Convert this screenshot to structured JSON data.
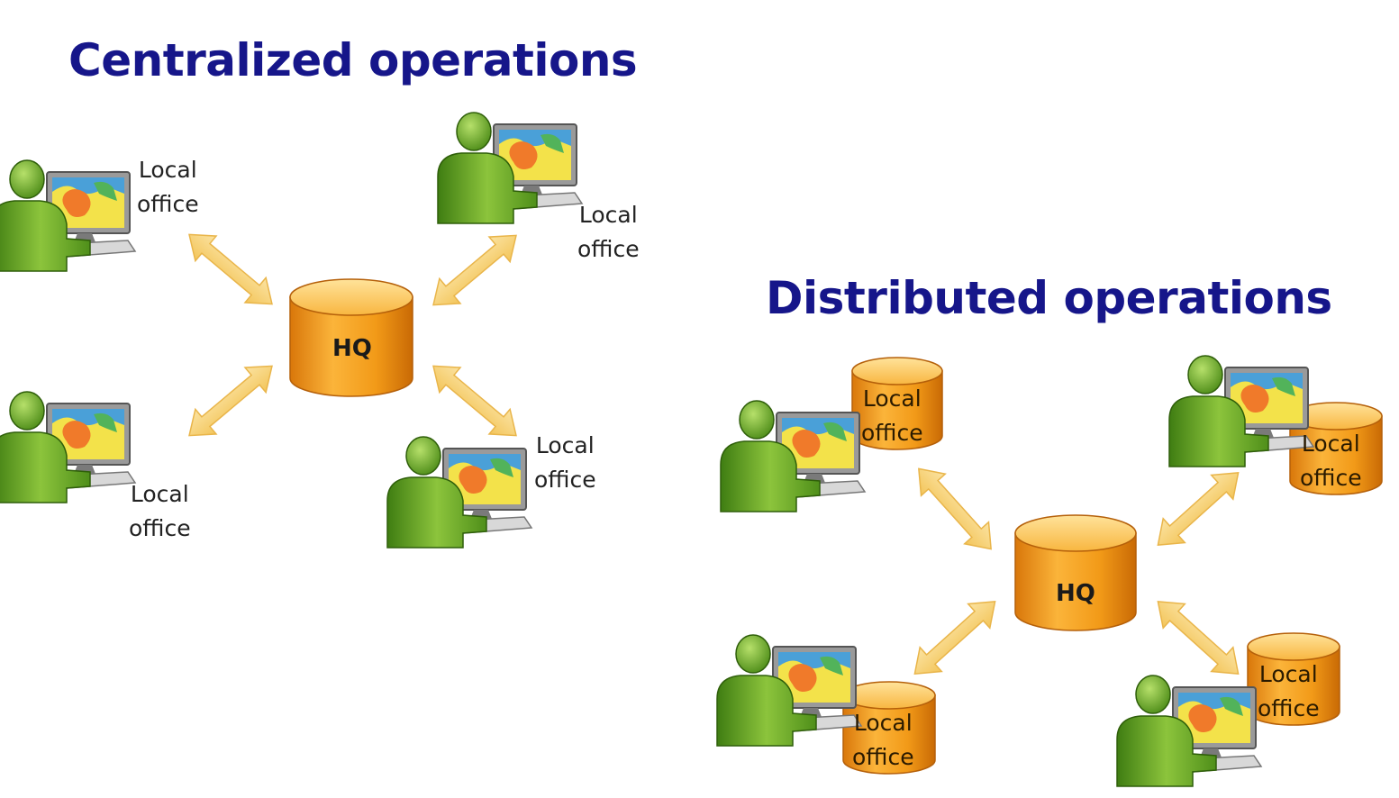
{
  "centralized": {
    "title": "Centralized operations",
    "hq_label": "HQ",
    "offices": [
      {
        "line1": "Local",
        "line2": "office"
      },
      {
        "line1": "Local",
        "line2": "office"
      },
      {
        "line1": "Local",
        "line2": "office"
      },
      {
        "line1": "Local",
        "line2": "office"
      }
    ]
  },
  "distributed": {
    "title": "Distributed operations",
    "hq_label": "HQ",
    "offices": [
      {
        "line1": "Local",
        "line2": "office"
      },
      {
        "line1": "Local",
        "line2": "office"
      },
      {
        "line1": "Local",
        "line2": "office"
      },
      {
        "line1": "Local",
        "line2": "office"
      }
    ]
  },
  "colors": {
    "title": "#16168a",
    "database": "#f5a623",
    "arrow": "#f7d27a",
    "person": "#6fae2c"
  },
  "icons": [
    "user-at-computer-icon",
    "database-icon",
    "double-arrow-icon"
  ]
}
